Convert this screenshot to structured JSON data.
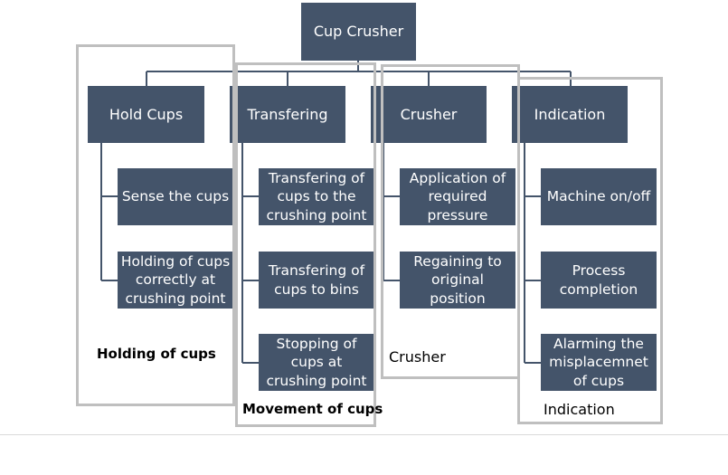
{
  "diagram": {
    "root": "Cup Crusher",
    "columns": [
      {
        "heading": "Hold Cups",
        "items": [
          "Sense the cups",
          "Holding of cups correctly at crushing point"
        ]
      },
      {
        "heading": "Transfering",
        "items": [
          "Transfering of cups to the crushing point",
          "Transfering of cups to bins",
          "Stopping of cups at crushing point"
        ]
      },
      {
        "heading": "Crusher",
        "items": [
          "Application of required pressure",
          "Regaining to original position"
        ]
      },
      {
        "heading": "Indication",
        "items": [
          "Machine on/off",
          "Process completion",
          "Alarming the misplacemnet of cups"
        ]
      }
    ],
    "group_labels": [
      "Holding of cups",
      "Movement of cups",
      "Crusher",
      "Indication"
    ],
    "colors": {
      "box": "#44546a",
      "box_text": "#ffffff",
      "connector": "#44546a",
      "frame": "#bfbfbf"
    }
  }
}
